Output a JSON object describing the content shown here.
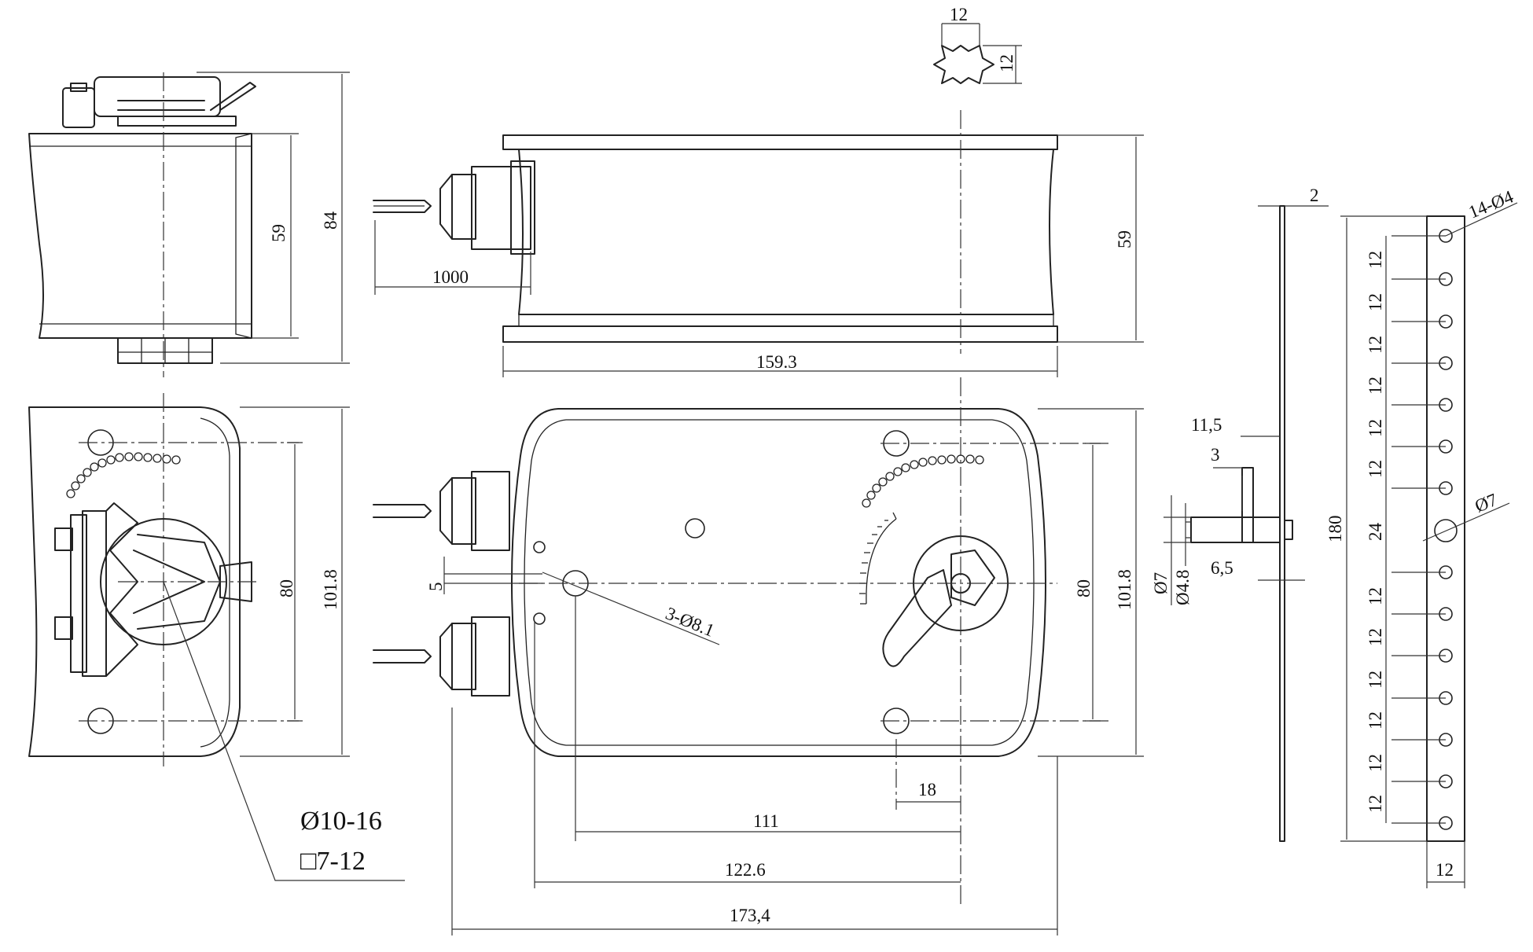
{
  "dimensions": {
    "star_width": "12",
    "star_height": "12",
    "side_height_59": "59",
    "side_height_84": "84",
    "cable_length": "1000",
    "top_height_59": "59",
    "body_length": "159.3",
    "plate_thickness": "2",
    "hole_spec": "14-Ø4",
    "left_hole_spacing": "80",
    "left_width": "101.8",
    "slot_offset": "5",
    "mount_holes": "3-Ø8.1",
    "front_hole_spacing": "80",
    "front_width": "101.8",
    "offset_18": "18",
    "dist_111": "111",
    "dist_122_6": "122.6",
    "overall_length": "173,4",
    "pin_offset_11_5": "11,5",
    "pin_offset_3": "3",
    "pin_dia_7": "Ø7",
    "pin_dia_4_8": "Ø4.8",
    "pin_offset_6_5": "6,5",
    "strip_length": "180",
    "strip_width": "12",
    "center_hole": "Ø7",
    "hole_pitch": "12",
    "center_pitch": "24",
    "shaft_round": "Ø10-16",
    "shaft_square": "□7-12"
  }
}
